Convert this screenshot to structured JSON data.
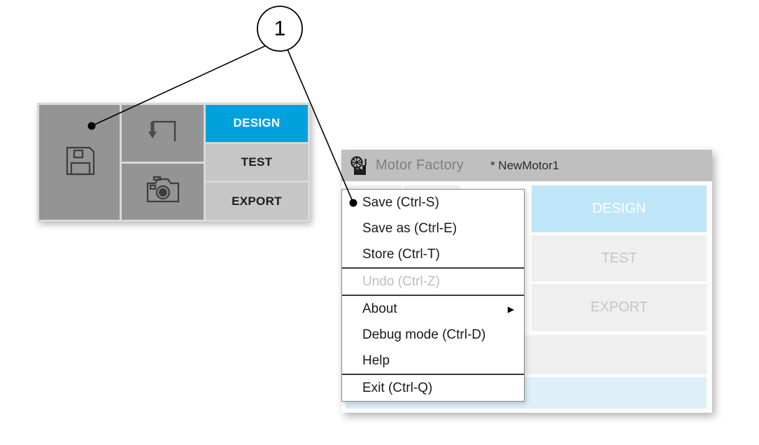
{
  "callout": {
    "number": "1"
  },
  "detail_panel": {
    "name": "zoomed-toolbar-detail",
    "tiles": [
      {
        "icon": "floppy-disk-save-icon",
        "label": ""
      },
      {
        "icon": "undo-arrow-icon",
        "label": ""
      },
      {
        "icon": "camera-snapshot-icon",
        "label": ""
      }
    ],
    "tabs": [
      {
        "label": "DESIGN",
        "active": true
      },
      {
        "label": "TEST",
        "active": false
      },
      {
        "label": "EXPORT",
        "active": false
      }
    ]
  },
  "window": {
    "logo_icon": "factory-gear-logo-icon",
    "app_title": "Motor Factory",
    "document_title": "* NewMotor1",
    "background_tabs": [
      {
        "label": "DESIGN",
        "active": true
      },
      {
        "label": "TEST",
        "active": false
      },
      {
        "label": "EXPORT",
        "active": false
      }
    ],
    "background_tiles": [
      {
        "icon": "floppy-disk-save-icon"
      },
      {
        "icon": "undo-arrow-icon"
      },
      {
        "icon": "camera-snapshot-icon"
      }
    ]
  },
  "menu": {
    "name": "file-menu",
    "groups": [
      {
        "items": [
          {
            "label": "Save (Ctrl-S)",
            "disabled": false,
            "submenu": false
          },
          {
            "label": "Save as (Ctrl-E)",
            "disabled": false,
            "submenu": false
          },
          {
            "label": "Store (Ctrl-T)",
            "disabled": false,
            "submenu": false
          }
        ]
      },
      {
        "items": [
          {
            "label": "Undo (Ctrl-Z)",
            "disabled": true,
            "submenu": false
          }
        ]
      },
      {
        "items": [
          {
            "label": "About",
            "disabled": false,
            "submenu": true
          },
          {
            "label": "Debug mode (Ctrl-D)",
            "disabled": false,
            "submenu": false
          },
          {
            "label": "Help",
            "disabled": false,
            "submenu": false
          }
        ]
      },
      {
        "items": [
          {
            "label": "Exit (Ctrl-Q)",
            "disabled": false,
            "submenu": false
          }
        ]
      }
    ],
    "submenu_arrow_glyph": "▶"
  },
  "colors": {
    "accent_blue": "#00a2dd",
    "tab_inactive_grey": "#c6c6c6",
    "tile_grey": "#949494",
    "titlebar_grey": "#bfbfbf",
    "dimmed_blue": "#bfe6f8"
  }
}
